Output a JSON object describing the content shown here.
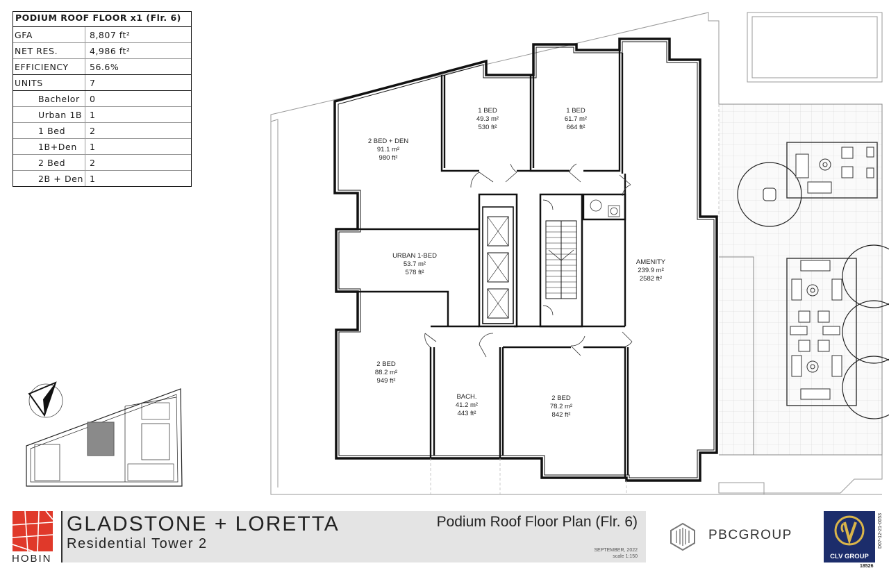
{
  "schedule": {
    "title": "PODIUM ROOF FLOOR x1 (Flr. 6)",
    "rows": [
      {
        "label": "GFA",
        "value": "8,807 ft²"
      },
      {
        "label": "NET RES.",
        "value": "4,986 ft²"
      },
      {
        "label": "EFFICIENCY",
        "value": "56.6%"
      },
      {
        "label": "UNITS",
        "value": "7"
      },
      {
        "label": "Bachelor",
        "value": "0"
      },
      {
        "label": "Urban 1B",
        "value": "1"
      },
      {
        "label": "1 Bed",
        "value": "2"
      },
      {
        "label": "1B+Den",
        "value": "1"
      },
      {
        "label": "2 Bed",
        "value": "2"
      },
      {
        "label": "2B + Den",
        "value": "1"
      }
    ]
  },
  "rooms": [
    {
      "name": "1 BED",
      "m2": "49.3 m²",
      "ft2": "530 ft²"
    },
    {
      "name": "1 BED",
      "m2": "61.7 m²",
      "ft2": "664 ft²"
    },
    {
      "name": "2 BED + DEN",
      "m2": "91.1 m²",
      "ft2": "980 ft²"
    },
    {
      "name": "URBAN 1-BED",
      "m2": "53.7 m²",
      "ft2": "578 ft²"
    },
    {
      "name": "AMENITY",
      "m2": "239.9 m²",
      "ft2": "2582 ft²"
    },
    {
      "name": "2 BED",
      "m2": "88.2 m²",
      "ft2": "949 ft²"
    },
    {
      "name": "BACH.",
      "m2": "41.2 m²",
      "ft2": "443 ft²"
    },
    {
      "name": "2 BED",
      "m2": "78.2 m²",
      "ft2": "842 ft²"
    }
  ],
  "title_block": {
    "project": "GLADSTONE + LORETTA",
    "subtitle": "Residential Tower 2",
    "plan_title": "Podium Roof Floor Plan (Flr. 6)",
    "date": "SEPTEMBER, 2022",
    "scale": "scale 1:150",
    "firm": "HOBIN",
    "developer_a": "PBCGROUP",
    "developer_b": "CLV GROUP",
    "drawing_no": "D07-12-21-0053",
    "code": "18526"
  },
  "colors": {
    "wall": "#111111",
    "title_bg": "#e4e4e4",
    "hobin_red": "#e0392a",
    "clv_blue": "#1c2d6b",
    "clv_gold": "#d9b54a",
    "keyplan_fill": "#8a8a8a"
  }
}
